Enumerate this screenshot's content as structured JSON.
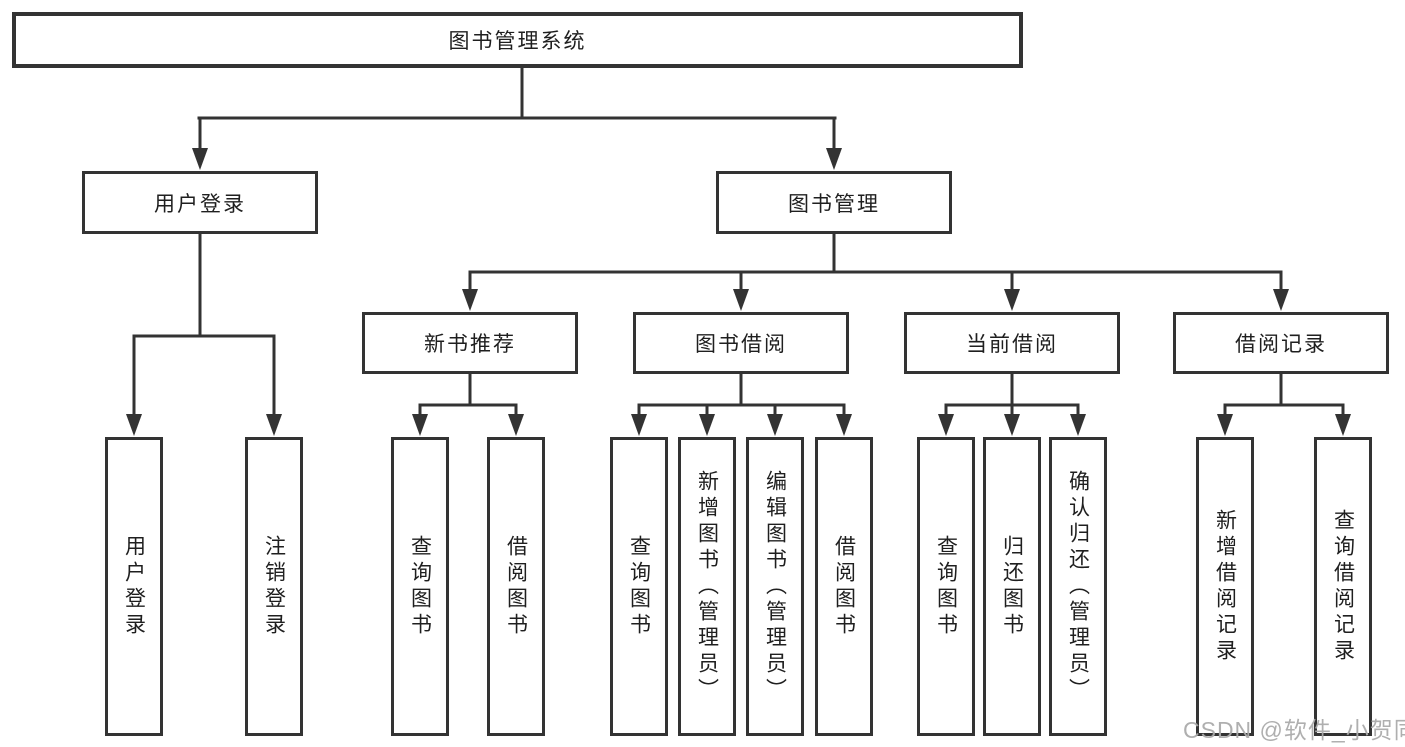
{
  "diagram": {
    "root": {
      "label": "图书管理系统"
    },
    "branches": [
      {
        "label": "用户登录",
        "children": [
          {
            "label": "用户登录"
          },
          {
            "label": "注销登录"
          }
        ]
      },
      {
        "label": "图书管理",
        "children": [
          {
            "label": "新书推荐",
            "children": [
              {
                "label": "查询图书"
              },
              {
                "label": "借阅图书"
              }
            ]
          },
          {
            "label": "图书借阅",
            "children": [
              {
                "label": "查询图书"
              },
              {
                "label": "新增图书（管理员）"
              },
              {
                "label": "编辑图书（管理员）"
              },
              {
                "label": "借阅图书"
              }
            ]
          },
          {
            "label": "当前借阅",
            "children": [
              {
                "label": "查询图书"
              },
              {
                "label": "归还图书"
              },
              {
                "label": "确认归还（管理员）"
              }
            ]
          },
          {
            "label": "借阅记录",
            "children": [
              {
                "label": "新增借阅记录"
              },
              {
                "label": "查询借阅记录"
              }
            ]
          }
        ]
      }
    ]
  },
  "colors": {
    "line": "#333333",
    "box_background": "#ffffff",
    "text": "#1f1f1f",
    "watermark": "#ababab"
  },
  "watermark": {
    "text": "CSDN @软件_小贺同学"
  }
}
